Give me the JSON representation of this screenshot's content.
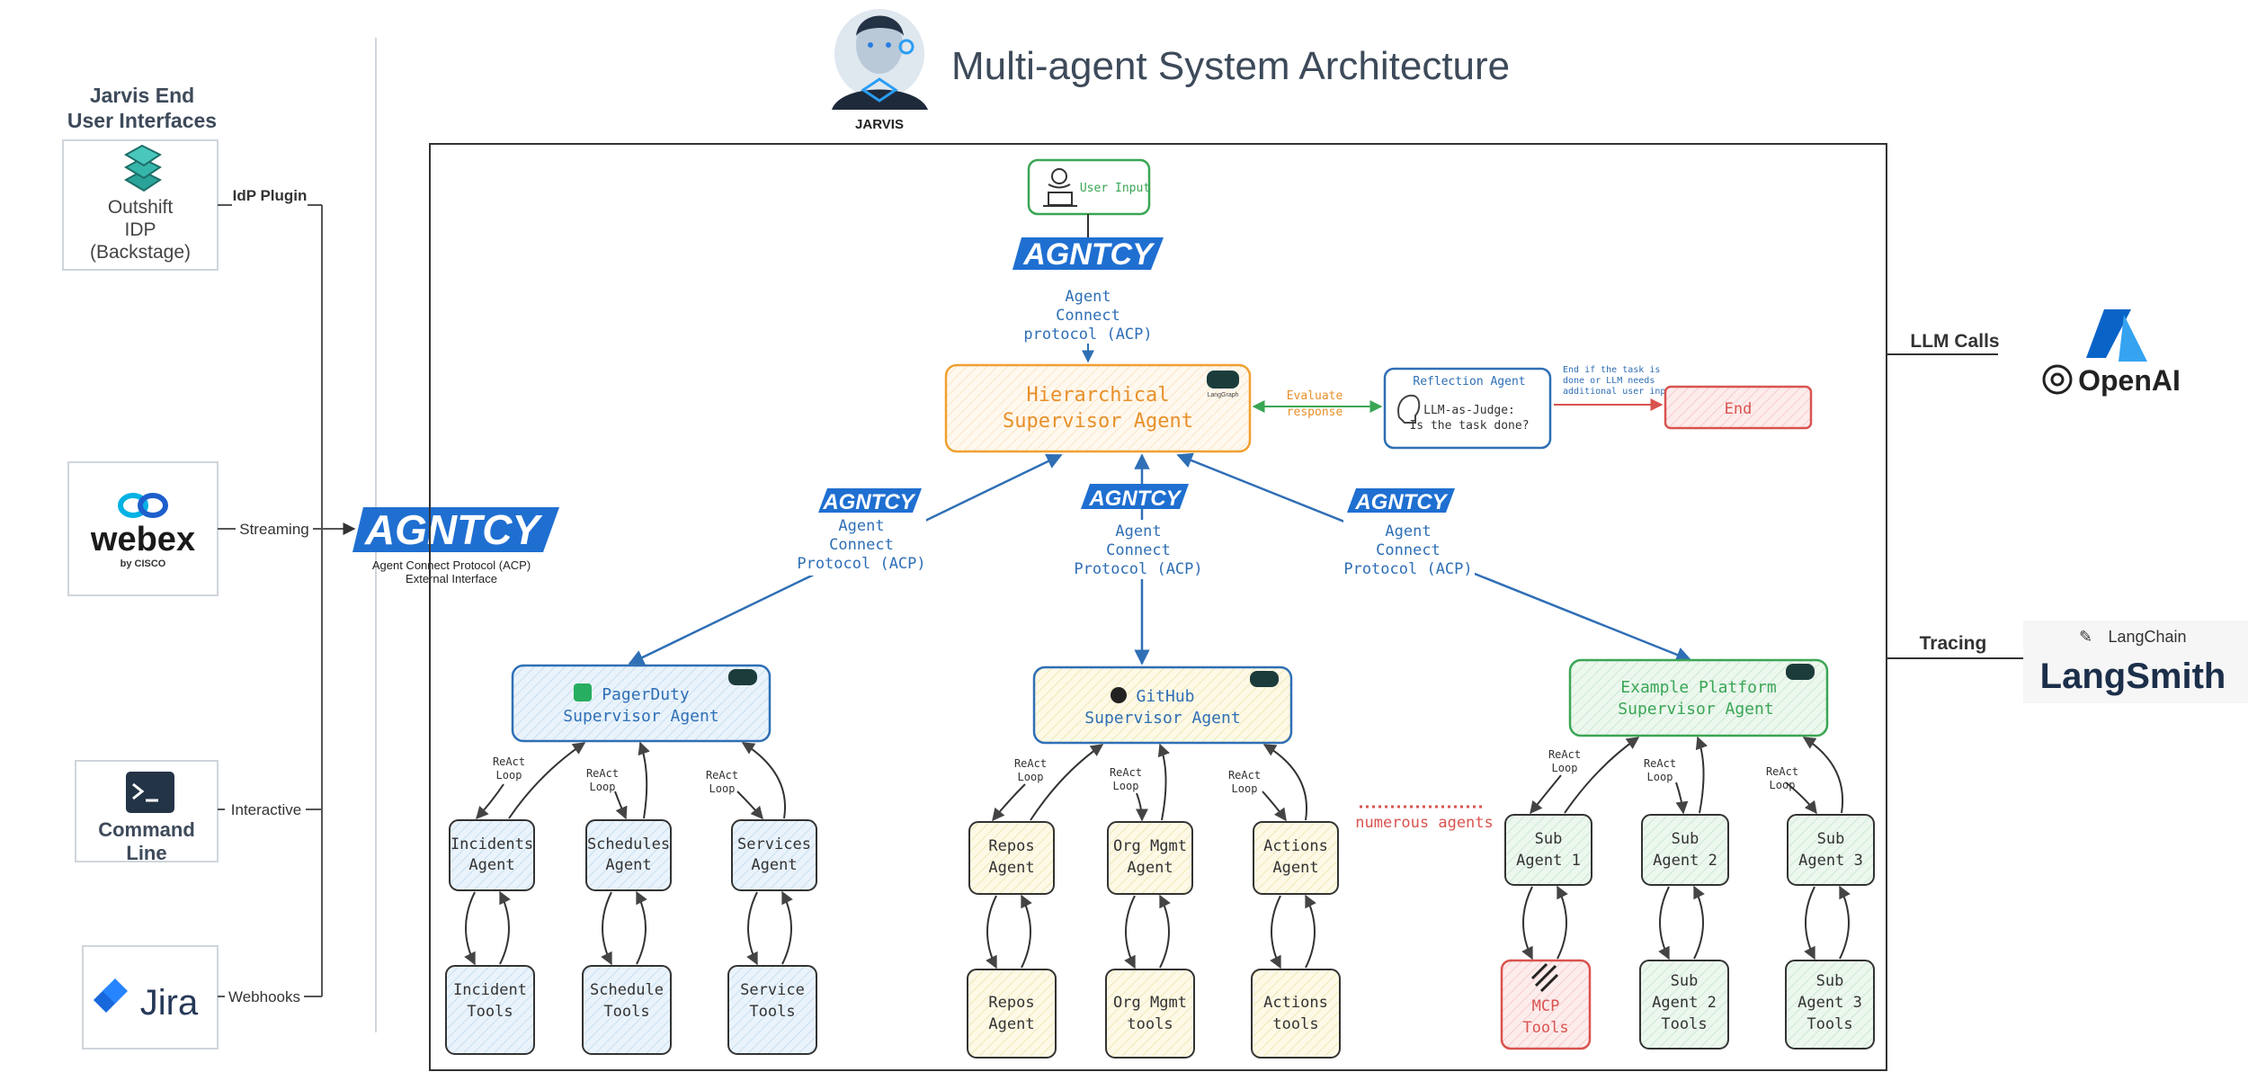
{
  "header": {
    "title": "Multi-agent System Architecture",
    "avatar_caption": "JARVIS"
  },
  "interfaces": {
    "heading_line1": "Jarvis End",
    "heading_line2": "User Interfaces",
    "idp": {
      "lines": [
        "Outshift",
        "IDP",
        "(Backstage)"
      ],
      "connector": "IdP Plugin"
    },
    "webex": {
      "brand": "webex",
      "sub": "by CISCO",
      "connector": "Streaming"
    },
    "cli": {
      "lines": [
        "Command",
        "Line"
      ],
      "connector": "Interactive"
    },
    "jira": {
      "brand": "Jira",
      "connector": "Webhooks"
    }
  },
  "external": {
    "logo": "AGNTCY",
    "line1": "Agent Connect Protocol (ACP)",
    "line2": "External Interface"
  },
  "top": {
    "user_input": "User Input",
    "logo": "AGNTCY",
    "acp_lines": [
      "Agent",
      "Connect",
      "protocol (ACP)"
    ]
  },
  "supervisor": {
    "lines": [
      "Hierarchical",
      "Supervisor Agent"
    ],
    "evaluate": [
      "Evaluate",
      "response"
    ]
  },
  "reflection": {
    "title": "Reflection Agent",
    "lines": [
      "LLM-as-Judge:",
      "Is the task done?"
    ],
    "note": [
      "End if the task is",
      "done or LLM needs",
      "additional user input"
    ]
  },
  "end_label": "End",
  "acp_links": [
    {
      "logo": "AGNTCY",
      "lines": [
        "Agent",
        "Connect",
        "Protocol (ACP)"
      ]
    },
    {
      "logo": "AGNTCY",
      "lines": [
        "Agent",
        "Connect",
        "Protocol (ACP)"
      ]
    },
    {
      "logo": "AGNTCY",
      "lines": [
        "Agent",
        "Connect",
        "Protocol (ACP)"
      ]
    }
  ],
  "react_loop": [
    "ReAct",
    "Loop"
  ],
  "langgraph_badge": "LangGraph",
  "groups": [
    {
      "supervisor": [
        "PagerDuty",
        "Supervisor Agent"
      ],
      "agents": [
        [
          "Incidents",
          "Agent"
        ],
        [
          "Schedules",
          "Agent"
        ],
        [
          "Services",
          "Agent"
        ]
      ],
      "tools": [
        [
          "Incident",
          "Tools"
        ],
        [
          "Schedule",
          "Tools"
        ],
        [
          "Service",
          "Tools"
        ]
      ]
    },
    {
      "supervisor": [
        "GitHub",
        "Supervisor Agent"
      ],
      "agents": [
        [
          "Repos",
          "Agent"
        ],
        [
          "Org Mgmt",
          "Agent"
        ],
        [
          "Actions",
          "Agent"
        ]
      ],
      "tools": [
        [
          "Repos",
          "Agent"
        ],
        [
          "Org Mgmt",
          "tools"
        ],
        [
          "Actions",
          "tools"
        ]
      ]
    },
    {
      "supervisor": [
        "Example Platform",
        "Supervisor Agent"
      ],
      "agents": [
        [
          "Sub",
          "Agent 1"
        ],
        [
          "Sub",
          "Agent 2"
        ],
        [
          "Sub",
          "Agent 3"
        ]
      ],
      "tools": [
        [
          "MCP",
          "Tools"
        ],
        [
          "Sub",
          "Agent 2",
          "Tools"
        ],
        [
          "Sub",
          "Agent 3",
          "Tools"
        ]
      ]
    }
  ],
  "numerous_agents": "numerous agents",
  "right": {
    "llm_calls": "LLM Calls",
    "openai": "OpenAI",
    "tracing": "Tracing",
    "langchain": "LangChain",
    "langsmith": "LangSmith"
  },
  "colors": {
    "blue": "#2f6fb5",
    "agntcy": "#1f6fd1",
    "orange": "#f0a030",
    "green": "#3aa655",
    "red": "#d9534f",
    "pd_green": "#27ae60",
    "slate": "#2f3b4a"
  }
}
